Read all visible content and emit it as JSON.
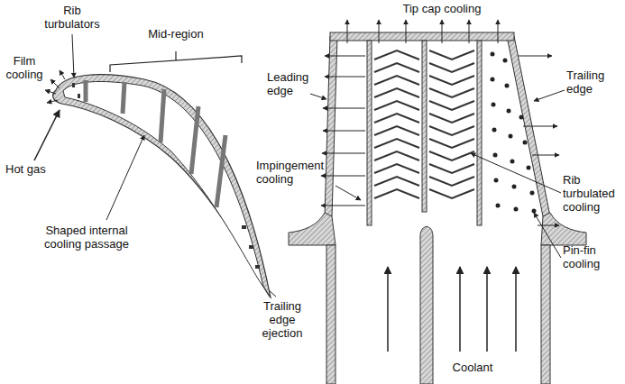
{
  "diagram": {
    "labels": [
      "Rib turbulators",
      "Film cooling",
      "Mid-region",
      "Hot gas",
      "Shaped internal cooling passage",
      "Trailing edge ejection",
      "Tip cap cooling",
      "Leading edge",
      "Trailing edge",
      "Impingement cooling",
      "Rib turbulated cooling",
      "Pin-fin cooling",
      "Coolant"
    ]
  }
}
